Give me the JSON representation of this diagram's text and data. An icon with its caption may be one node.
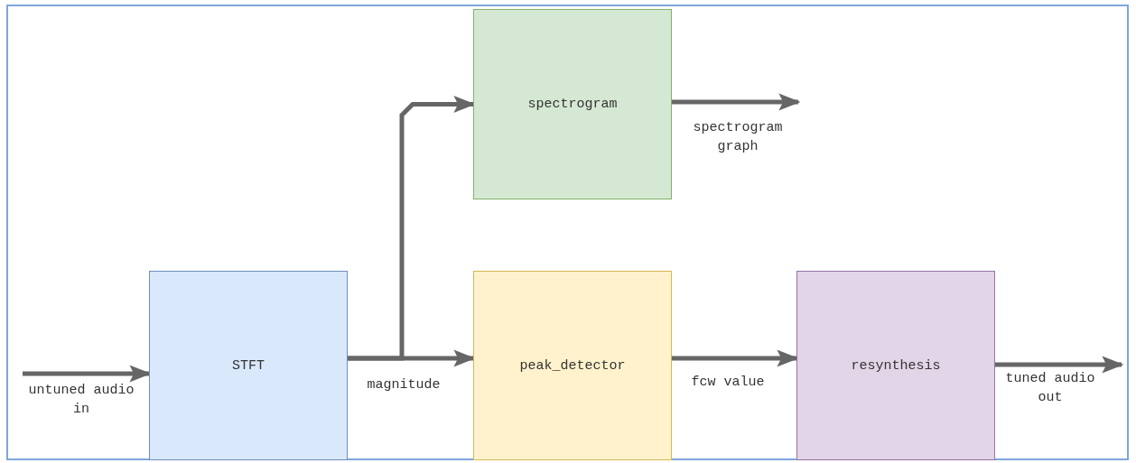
{
  "diagram": {
    "nodes": [
      {
        "text": [
          "STFT"
        ]
      },
      {
        "text": [
          "spectrogram"
        ]
      },
      {
        "text": [
          "peak_detector"
        ]
      },
      {
        "text": [
          "resynthesis"
        ]
      }
    ],
    "edges": [
      {
        "from": null,
        "to": 0,
        "arrow": "to",
        "label": "untuned audio in"
      },
      {
        "from": 0,
        "to": 1,
        "arrow": "to"
      },
      {
        "from": 0,
        "to": 2,
        "arrow": "to",
        "label": "magnitude"
      },
      {
        "from": 1,
        "to": null,
        "arrow": "to",
        "label": "spectrogram graph"
      },
      {
        "from": 2,
        "to": 3,
        "arrow": "to",
        "label": "fcw value"
      },
      {
        "from": 3,
        "to": null,
        "arrow": "to",
        "label": "tuned audio out"
      }
    ]
  }
}
